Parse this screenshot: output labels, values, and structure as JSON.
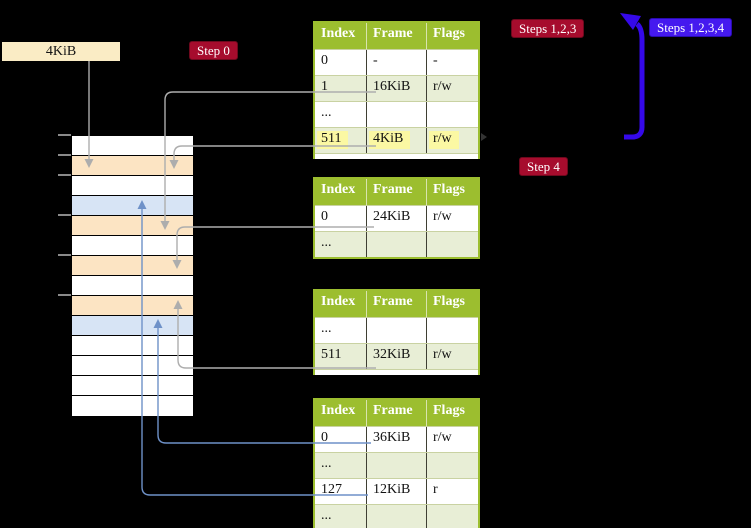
{
  "labels": {
    "frame_size": "4KiB",
    "step0": "Step 0",
    "steps123": "Steps 1,2,3",
    "steps1234": "Steps 1,2,3,4",
    "step4": "Step 4"
  },
  "tables": [
    {
      "headers": [
        "Index",
        "Frame",
        "Flags"
      ],
      "rows": [
        {
          "cells": [
            "0",
            "-",
            "-"
          ]
        },
        {
          "cells": [
            "1",
            "16KiB",
            "r/w"
          ]
        },
        {
          "cells": [
            "...",
            "",
            ""
          ]
        },
        {
          "cells": [
            "511",
            "4KiB",
            "r/w"
          ],
          "highlighted": true
        }
      ]
    },
    {
      "headers": [
        "Index",
        "Frame",
        "Flags"
      ],
      "rows": [
        {
          "cells": [
            "0",
            "24KiB",
            "r/w"
          ]
        },
        {
          "cells": [
            "...",
            "",
            ""
          ]
        }
      ]
    },
    {
      "headers": [
        "Index",
        "Frame",
        "Flags"
      ],
      "rows": [
        {
          "cells": [
            "...",
            "",
            ""
          ]
        },
        {
          "cells": [
            "511",
            "32KiB",
            "r/w"
          ]
        }
      ]
    },
    {
      "headers": [
        "Index",
        "Frame",
        "Flags"
      ],
      "rows": [
        {
          "cells": [
            "0",
            "36KiB",
            "r/w"
          ]
        },
        {
          "cells": [
            "...",
            "",
            ""
          ]
        },
        {
          "cells": [
            "127",
            "12KiB",
            "r"
          ]
        },
        {
          "cells": [
            "...",
            "",
            ""
          ]
        }
      ]
    }
  ],
  "memory": {
    "rows": [
      "white",
      "orange",
      "white",
      "blue",
      "orange",
      "white",
      "orange",
      "white",
      "orange",
      "blue",
      "white",
      "white",
      "white",
      "white"
    ]
  },
  "colors": {
    "table_header_green": "#9CBE2F",
    "table_row_green": "#E8EED6",
    "highlight_yellow": "#FBF8A3",
    "memory_orange": "#FCE4C3",
    "memory_blue": "#D7E4F5",
    "label_cream": "#FAECC5",
    "badge_red": "#A60C2D",
    "badge_blue": "#4519EF",
    "big_arrow_blue": "#3509E9",
    "connector_gray": "#ADADAD",
    "connector_blue": "#6E91C8"
  }
}
